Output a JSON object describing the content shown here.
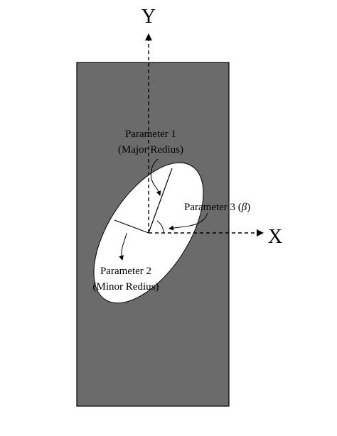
{
  "axes": {
    "x_label": "X",
    "y_label": "Y"
  },
  "labels": {
    "param1_line1": "Parameter 1",
    "param1_line2": "(Major Redius)",
    "param2_line1": "Parameter 2",
    "param2_line2": "(Minor Redius)",
    "param3_prefix": "Parameter 3 (",
    "param3_symbol": "β",
    "param3_suffix": ")"
  },
  "colors": {
    "plate": "#6b6b6b",
    "hole": "#ffffff",
    "stroke": "#000000"
  }
}
